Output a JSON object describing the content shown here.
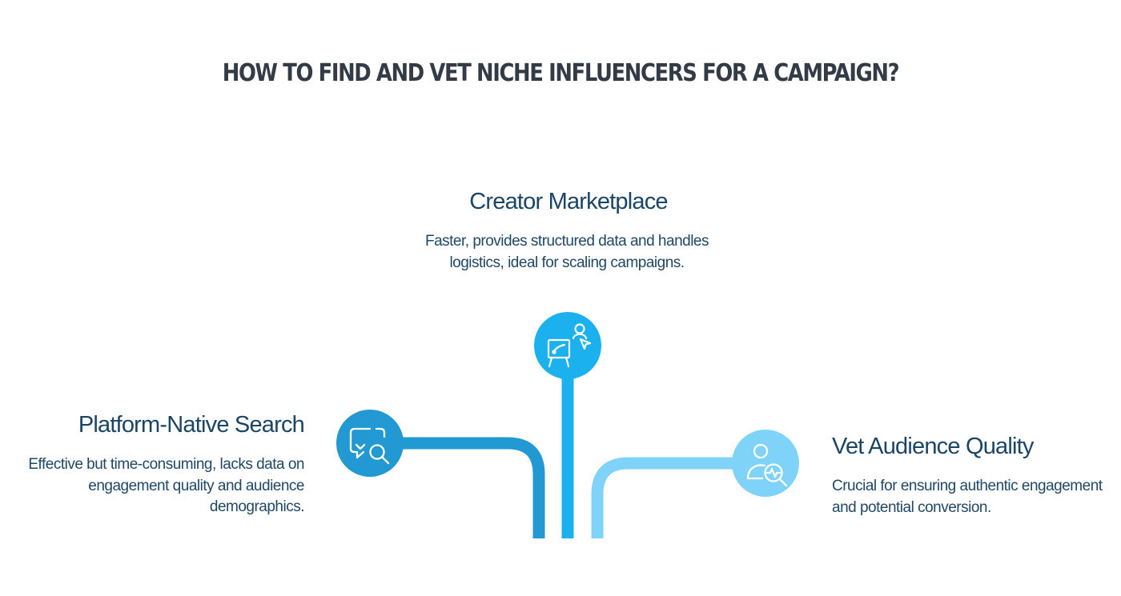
{
  "title": "HOW TO FIND AND VET NICHE INFLUENCERS FOR A CAMPAIGN?",
  "colors": {
    "title": "#333c46",
    "heading": "#1a4566",
    "description": "#1f4766",
    "left_branch": "#2299d2",
    "center_branch": "#1bb0ee",
    "right_branch": "#7fd3f8"
  },
  "branches": {
    "center": {
      "heading": "Creator Marketplace",
      "description": "Faster, provides structured data and handles logistics, ideal for scaling campaigns.",
      "icon": "presentation-board-cursor-icon"
    },
    "left": {
      "heading": "Platform-Native Search",
      "description": "Effective but time-consuming, lacks data on engagement quality and audience demographics.",
      "icon": "chat-search-icon"
    },
    "right": {
      "heading": "Vet Audience Quality",
      "description": "Crucial for ensuring authentic engagement and potential conversion.",
      "icon": "user-analytics-search-icon"
    }
  }
}
